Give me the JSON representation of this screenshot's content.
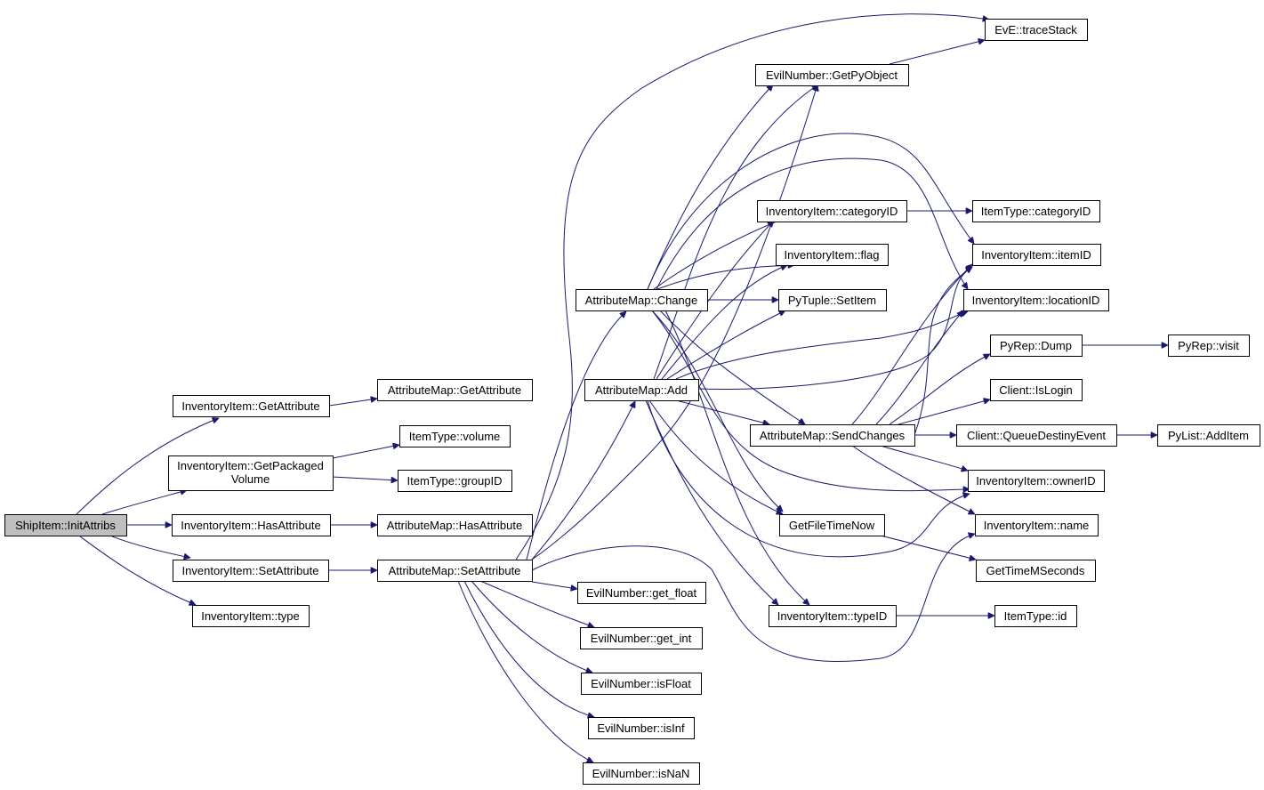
{
  "diagram": {
    "type": "call-graph",
    "edge_color": "#191970",
    "root_fill": "#bfbfbf",
    "nodes": [
      {
        "id": "root",
        "label": "ShipItem::InitAttribs",
        "root": true
      },
      {
        "id": "ii_getattr",
        "label": "InventoryItem::GetAttribute"
      },
      {
        "id": "ii_getpack",
        "label": "InventoryItem::GetPackaged Volume"
      },
      {
        "id": "ii_hasattr",
        "label": "InventoryItem::HasAttribute"
      },
      {
        "id": "ii_setattr",
        "label": "InventoryItem::SetAttribute"
      },
      {
        "id": "ii_type",
        "label": "InventoryItem::type"
      },
      {
        "id": "am_getattr",
        "label": "AttributeMap::GetAttribute"
      },
      {
        "id": "it_volume",
        "label": "ItemType::volume"
      },
      {
        "id": "it_groupid",
        "label": "ItemType::groupID"
      },
      {
        "id": "am_hasattr",
        "label": "AttributeMap::HasAttribute"
      },
      {
        "id": "am_setattr",
        "label": "AttributeMap::SetAttribute"
      },
      {
        "id": "am_change",
        "label": "AttributeMap::Change"
      },
      {
        "id": "am_add",
        "label": "AttributeMap::Add"
      },
      {
        "id": "en_getfloat",
        "label": "EvilNumber::get_float"
      },
      {
        "id": "en_getint",
        "label": "EvilNumber::get_int"
      },
      {
        "id": "en_isfloat",
        "label": "EvilNumber::isFloat"
      },
      {
        "id": "en_isinf",
        "label": "EvilNumber::isInf"
      },
      {
        "id": "en_isnan",
        "label": "EvilNumber::isNaN"
      },
      {
        "id": "en_getpy",
        "label": "EvilNumber::GetPyObject"
      },
      {
        "id": "eve_trace",
        "label": "EvE::traceStack"
      },
      {
        "id": "ii_catid",
        "label": "InventoryItem::categoryID"
      },
      {
        "id": "ii_flag",
        "label": "InventoryItem::flag"
      },
      {
        "id": "pt_setitem",
        "label": "PyTuple::SetItem"
      },
      {
        "id": "am_sendchg",
        "label": "AttributeMap::SendChanges"
      },
      {
        "id": "gft_now",
        "label": "GetFileTimeNow"
      },
      {
        "id": "ii_typeid",
        "label": "InventoryItem::typeID"
      },
      {
        "id": "it_catid",
        "label": "ItemType::categoryID"
      },
      {
        "id": "ii_itemid",
        "label": "InventoryItem::itemID"
      },
      {
        "id": "ii_locid",
        "label": "InventoryItem::locationID"
      },
      {
        "id": "pr_dump",
        "label": "PyRep::Dump"
      },
      {
        "id": "cl_islogin",
        "label": "Client::IsLogin"
      },
      {
        "id": "cl_queue",
        "label": "Client::QueueDestinyEvent"
      },
      {
        "id": "ii_ownerid",
        "label": "InventoryItem::ownerID"
      },
      {
        "id": "ii_name",
        "label": "InventoryItem::name"
      },
      {
        "id": "gt_ms",
        "label": "GetTimeMSeconds"
      },
      {
        "id": "it_id",
        "label": "ItemType::id"
      },
      {
        "id": "pr_visit",
        "label": "PyRep::visit"
      },
      {
        "id": "pl_additem",
        "label": "PyList::AddItem"
      }
    ]
  }
}
